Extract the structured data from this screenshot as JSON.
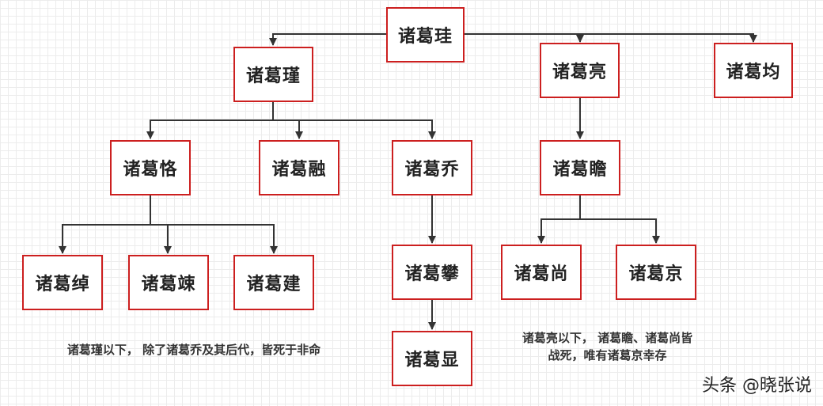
{
  "nodes": {
    "gui": "诸葛珪",
    "jin": "诸葛瑾",
    "liang": "诸葛亮",
    "jun": "诸葛均",
    "ke": "诸葛恪",
    "rong": "诸葛融",
    "qiao": "诸葛乔",
    "zhan": "诸葛瞻",
    "chuo": "诸葛绰",
    "song": "诸葛竦",
    "jian": "诸葛建",
    "pan": "诸葛攀",
    "shang": "诸葛尚",
    "jing": "诸葛京",
    "xian": "诸葛显"
  },
  "notes": {
    "left": "诸葛瑾以下， 除了诸葛乔及其后代，皆死于非命",
    "right_line1": "诸葛亮以下， 诸葛瞻、诸葛尚皆",
    "right_line2": "战死，唯有诸葛京幸存"
  },
  "watermark": "头条 @晓张说",
  "colors": {
    "node_border": "#cc1f1f",
    "connector": "#333333"
  }
}
